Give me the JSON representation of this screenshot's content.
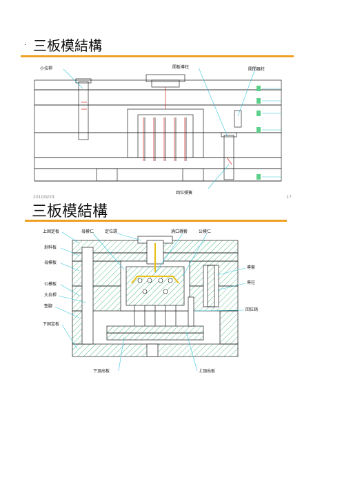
{
  "slide1": {
    "bullet": "·",
    "title": "三板模結構",
    "footer_left": "2010/9/29",
    "footer_right": "17",
    "labels": {
      "small_pull_rod": "小拉桿",
      "guide_pin": "開板導柱",
      "support_pin": "開閉器柱"
    },
    "bottom_label": "回位彈簧"
  },
  "slide2": {
    "title": "三板模結構",
    "labels": {
      "top_clamp": "上固定板",
      "stripper": "剝料板",
      "cavity_plate": "母模板",
      "core_plate": "公模板",
      "big_pull_rod": "大拉桿",
      "spacer": "墊腳",
      "bottom_clamp": "下固定板",
      "cavity_insert": "母模仁",
      "locating_ring": "定位環",
      "sprue": "澆口襯套",
      "core_insert": "公模仁",
      "guide_bush": "導套",
      "guide_post": "導柱",
      "return_pin": "回位銷",
      "ejector_bottom": "下頂出板",
      "ejector_top": "上頂出板"
    }
  },
  "colors": {
    "accent_rule": "#f0a020",
    "leader_line": "#33c3d8",
    "hatch": "#2aa86a",
    "red_line": "#d42020"
  }
}
